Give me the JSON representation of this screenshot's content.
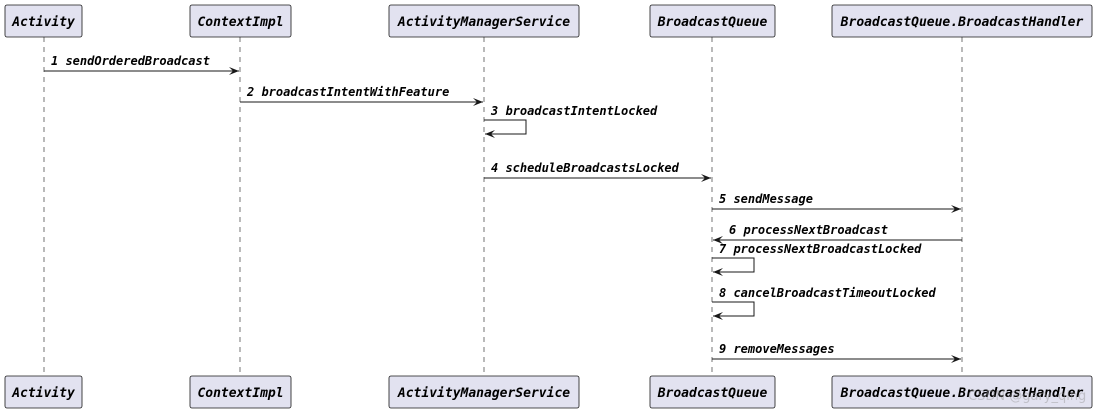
{
  "participants": [
    {
      "id": "activity",
      "label": "Activity"
    },
    {
      "id": "contextimpl",
      "label": "ContextImpl"
    },
    {
      "id": "ams",
      "label": "ActivityManagerService"
    },
    {
      "id": "bq",
      "label": "BroadcastQueue"
    },
    {
      "id": "handler",
      "label": "BroadcastQueue.BroadcastHandler"
    }
  ],
  "messages": [
    {
      "num": "1",
      "label": "sendOrderedBroadcast",
      "from": "activity",
      "to": "contextimpl"
    },
    {
      "num": "2",
      "label": "broadcastIntentWithFeature",
      "from": "contextimpl",
      "to": "ams"
    },
    {
      "num": "3",
      "label": "broadcastIntentLocked",
      "from": "ams",
      "to": "ams"
    },
    {
      "num": "4",
      "label": "scheduleBroadcastsLocked",
      "from": "ams",
      "to": "bq"
    },
    {
      "num": "5",
      "label": "sendMessage",
      "from": "bq",
      "to": "handler"
    },
    {
      "num": "6",
      "label": "processNextBroadcast",
      "from": "handler",
      "to": "bq"
    },
    {
      "num": "7",
      "label": "processNextBroadcastLocked",
      "from": "bq",
      "to": "bq"
    },
    {
      "num": "8",
      "label": "cancelBroadcastTimeoutLocked",
      "from": "bq",
      "to": "bq"
    },
    {
      "num": "9",
      "label": "removeMessages",
      "from": "bq",
      "to": "handler"
    }
  ],
  "watermark": "CSDN @gary_qing",
  "colors": {
    "participant_fill": "#e2e2f0",
    "line": "#181818"
  }
}
